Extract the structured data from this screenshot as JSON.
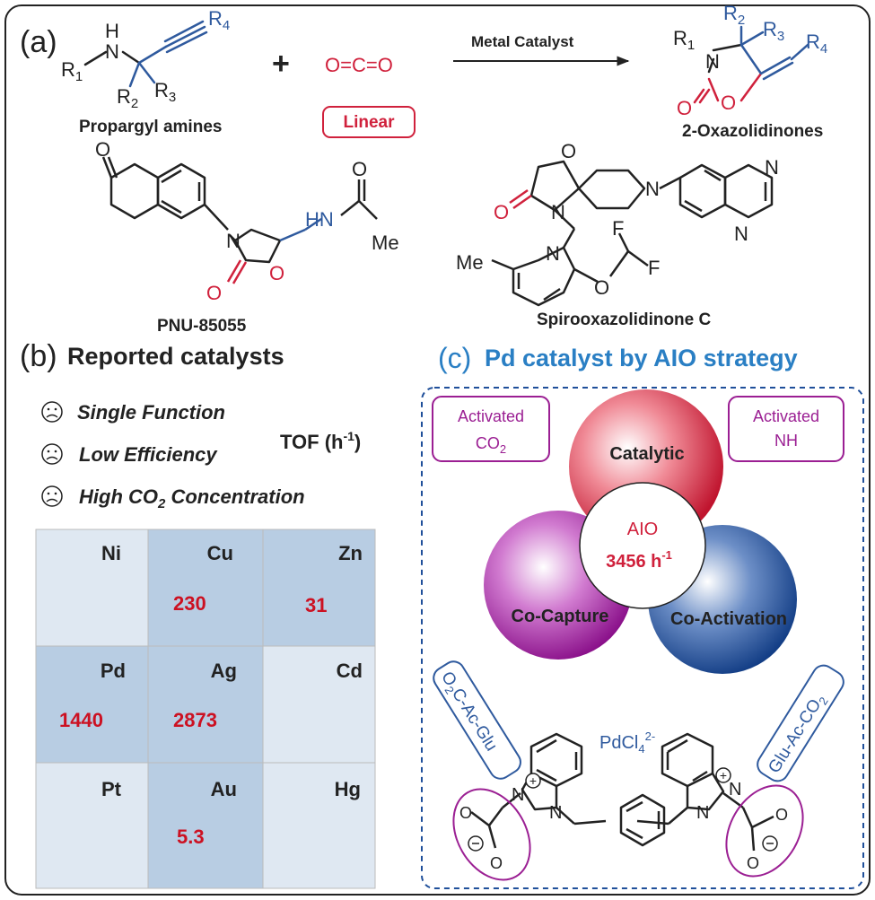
{
  "panel_a": {
    "label": "(a)",
    "reactant_caption": "Propargyl amines",
    "plus": "+",
    "co2_formula": "O=C=O",
    "linear_tag": "Linear",
    "arrow_label": "Metal Catalyst",
    "product_caption": "2-Oxazolidinones",
    "drug1_caption": "PNU-85055",
    "drug2_caption": "Spirooxazolidinone C",
    "atoms": {
      "H": "H",
      "N": "N",
      "R1": "R",
      "R1_sub": "1",
      "R2": "R",
      "R2_sub": "2",
      "R3": "R",
      "R3_sub": "3",
      "R4": "R",
      "R4_sub": "4",
      "O": "O",
      "HN": "HN",
      "Me": "Me",
      "F": "F"
    }
  },
  "panel_b": {
    "label": "(b)",
    "title": "Reported catalysts",
    "issues": [
      "Single Function",
      "Low Efficiency",
      "High CO",
      "2",
      " Concentration"
    ],
    "tof_label": "TOF (h",
    "tof_sup": "-1",
    "tof_close": ")",
    "table": [
      [
        {
          "metal": "Ni",
          "tof": ""
        },
        {
          "metal": "Cu",
          "tof": "230"
        },
        {
          "metal": "Zn",
          "tof": "31"
        }
      ],
      [
        {
          "metal": "Pd",
          "tof": "1440"
        },
        {
          "metal": "Ag",
          "tof": "2873"
        },
        {
          "metal": "Cd",
          "tof": ""
        }
      ],
      [
        {
          "metal": "Pt",
          "tof": ""
        },
        {
          "metal": "Au",
          "tof": "5.3"
        },
        {
          "metal": "Hg",
          "tof": ""
        }
      ]
    ]
  },
  "panel_c": {
    "label": "(c)",
    "title": "Pd catalyst by AIO strategy",
    "activated_co2": [
      "Activated",
      "CO",
      "2"
    ],
    "activated_nh": [
      "Activated",
      "NH"
    ],
    "circle_top": "Catalytic",
    "circle_left": "Co-Capture",
    "circle_right": "Co-Activation",
    "center_label": "AIO",
    "center_value": "3456 h",
    "center_sup": "-1",
    "left_chain": [
      "O",
      "2",
      "C-Ac-Glu"
    ],
    "right_chain": [
      "Glu-Ac-CO",
      "2"
    ],
    "counterion": [
      "PdCl",
      "4",
      "2-"
    ]
  },
  "colors": {
    "blue": "#2f5a9e",
    "red": "#d0213c",
    "purple": "#9b1f93",
    "dash": "#1f4f9a",
    "cell_dark": "#b8cde3",
    "cell_light": "#dfe8f2",
    "tof_red": "#cc1122",
    "title_blue": "#2a7fc4"
  }
}
